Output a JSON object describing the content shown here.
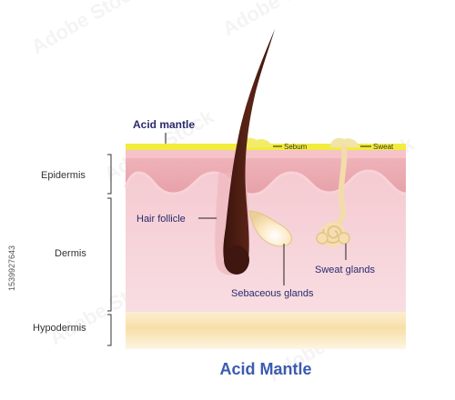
{
  "diagram": {
    "title": "Acid Mantle",
    "layers": {
      "epidermis": "Epidermis",
      "dermis": "Dermis",
      "hypodermis": "Hypodermis"
    },
    "labels": {
      "acid_mantle": "Acid mantle",
      "sebum": "Sebum",
      "sweat": "Sweat",
      "hair_follicle": "Hair follicle",
      "sweat_glands": "Sweat glands",
      "sebaceous_glands": "Sebaceous glands"
    },
    "stock_id": "1539927643",
    "colors": {
      "acid_mantle": "#f2ec3c",
      "epidermis": "#eba6ac",
      "dermis": "#f6d3d9",
      "hypodermis": "#f8e2b2",
      "hair": "#4b1b12",
      "gland": "#f6deb0",
      "title": "#3a5bb0"
    }
  }
}
